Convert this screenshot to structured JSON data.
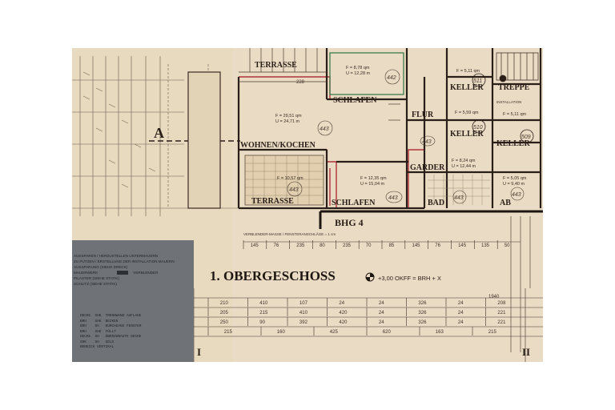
{
  "plan": {
    "title": "1. OBERGESCHOSS",
    "level": "+3,00 OKFF = BRH + X",
    "section_label": "A",
    "building": "BHG 4",
    "axes": [
      "I",
      "II"
    ],
    "dimension_note": "VERBLENDER-MASSE / FENSTERANSCHLÄGE = 1 cm"
  },
  "rooms": {
    "terrasse_top": {
      "label": "TERRASSE"
    },
    "schlafen_top": {
      "label": "SCHLAFEN",
      "area": "F = 8,78 qm",
      "perimeter": "U = 12,28 m",
      "number": "442"
    },
    "keller_511": {
      "label": "KELLER",
      "area": "F = 5,11 qm",
      "number": "511"
    },
    "treppe": {
      "label": "TREPPE"
    },
    "installation": {
      "label": "INSTALLATION"
    },
    "wohnen": {
      "label": "WOHNEN/KOCHEN",
      "area": "F = 29,51 qm",
      "perimeter": "U = 24,71 m",
      "number": "443",
      "dim": "228"
    },
    "flur": {
      "label": "FLUR",
      "number": "443"
    },
    "keller_510": {
      "label": "KELLER",
      "area": "F = 5,59 qm",
      "number": "510"
    },
    "keller_509": {
      "label": "KELLER",
      "area": "F = 5,11 qm",
      "number": "509"
    },
    "garder": {
      "label": "GARDER",
      "area": "F = 8,24 qm",
      "perimeter": "U = 12,44 m"
    },
    "terrasse_bottom": {
      "label": "TERRASSE",
      "area": "F = 10,57 qm",
      "number": "443"
    },
    "schlafen_bottom": {
      "label": "SCHLAFEN",
      "area": "F = 12,35 qm",
      "perimeter": "U = 15,04 m",
      "number": "443"
    },
    "bad": {
      "label": "BAD",
      "number": "443"
    },
    "ab": {
      "label": "AB",
      "area": "F = 5,05 qm",
      "perimeter": "U = 9,40 m",
      "number": "443"
    }
  },
  "dimensions": {
    "row1": [
      "210",
      "410",
      "107",
      "24",
      "24",
      "326",
      "24",
      "208"
    ],
    "row2": [
      "205",
      "215",
      "410",
      "420",
      "24",
      "326",
      "24",
      "221"
    ],
    "row3": [
      "250",
      "90",
      "392",
      "420",
      "24",
      "326",
      "24",
      "221"
    ],
    "row4": [
      "215",
      "160",
      "425",
      "620",
      "163",
      "215"
    ],
    "total": "1940",
    "top_row": [
      "145",
      "76",
      "235",
      "80",
      "235",
      "70",
      "85",
      "145",
      "76",
      "145",
      "135",
      "50"
    ]
  },
  "legend": {
    "lines": [
      "AUSSPAREN / HERZUSTELLEN UNTERMAUERN",
      "ZU PUTZEN / ERSTELLUNG DER INSTALLATION MAUERN",
      "AUSSPARUNG (SIEHE DRECK)",
      "MAUERWERK",
      "PILASTER (SIEHE STATIK)",
      "SCHLITZ (SIEHE STATIK)"
    ],
    "swatch_label": "VERBLENDER",
    "table": [
      "DECKE  SHK  TRENNWAND AUFLAGE",
      "BRH    SHK  DECKEN",
      "BRH    SH   DURCHGANG FENSTER",
      "BRH    SHK  FÜLLT",
      "DECKE  SH   ÜBERZUBAUTE DECKE",
      "SHK    SH   GELD",
      "BEREICH VERTIKAL"
    ]
  },
  "colors": {
    "paper": "#eadcc4",
    "ink": "#2a1e18",
    "red_outline": "#b0303a",
    "green_outline": "#3f7a4a",
    "legend_bg": "#6f7378"
  }
}
